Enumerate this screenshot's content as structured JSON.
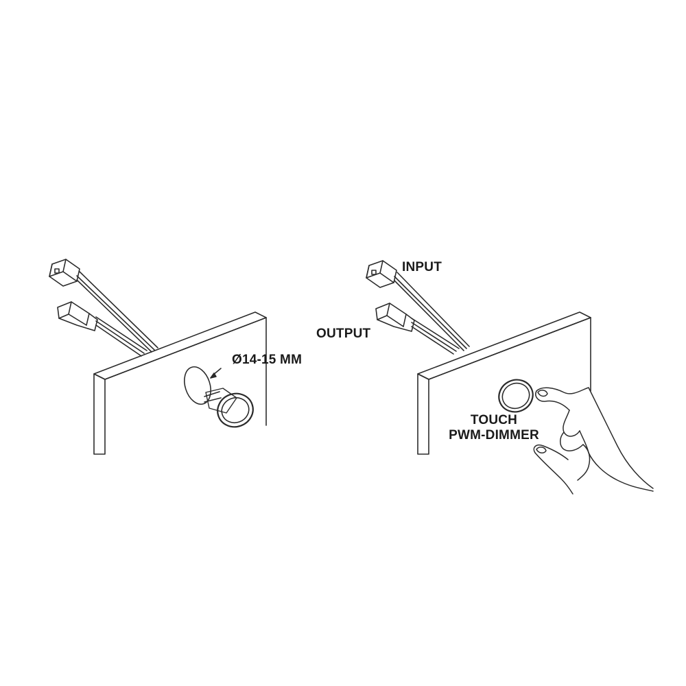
{
  "labels": {
    "diameter": "Ø14-15 MM",
    "input": "INPUT",
    "output": "OUTPUT",
    "touch": "TOUCH",
    "pwm_dimmer": "PWM-DIMMER"
  },
  "colors": {
    "stroke": "#2b2b2b",
    "background": "#ffffff"
  }
}
